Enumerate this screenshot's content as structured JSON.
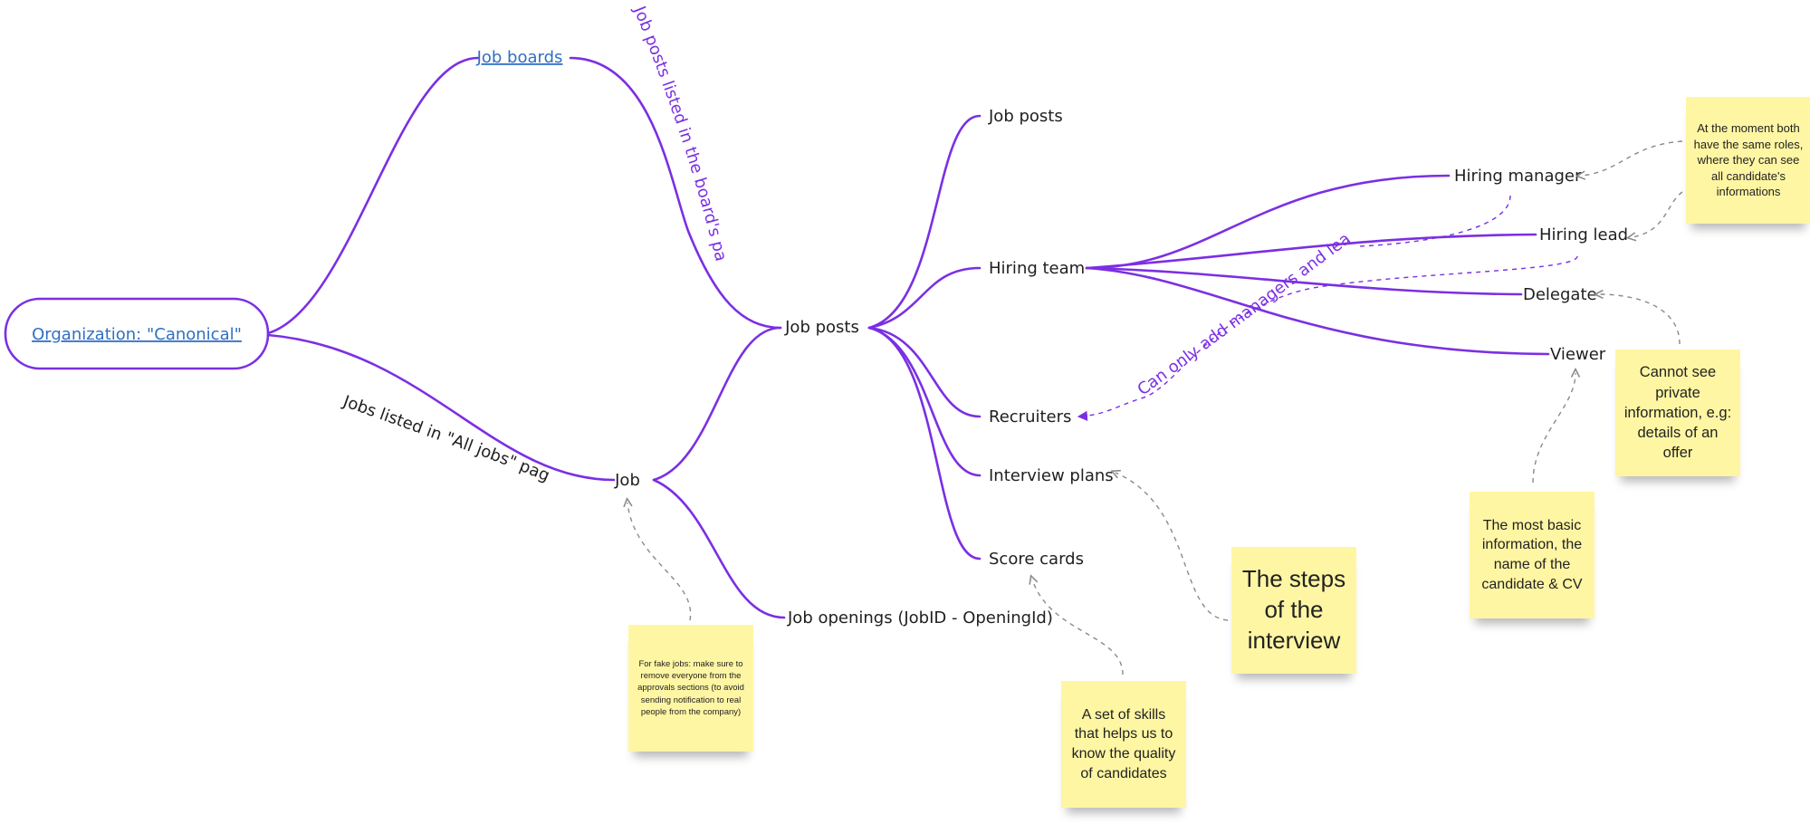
{
  "nodes": {
    "root": "Organization: \"Canonical\"",
    "job_boards": "Job boards",
    "job_posts_center": "Job posts",
    "job": "Job",
    "job_posts_leaf": "Job posts",
    "hiring_team": "Hiring team",
    "recruiters": "Recruiters",
    "interview_plans": "Interview plans",
    "score_cards": "Score cards",
    "job_openings": "Job openings (JobID - OpeningId)",
    "hiring_manager": "Hiring manager",
    "hiring_lead": "Hiring lead",
    "delegate": "Delegate",
    "viewer": "Viewer"
  },
  "edge_labels": {
    "board_posts": "Job posts listed in the board's page",
    "all_jobs": "Jobs listed in \"All jobs\" page",
    "managers_leads": "Can only add managers and leads"
  },
  "notes": {
    "same_roles": "At the moment both have the same roles, where they can see all candidate's informations",
    "cannot_see": "Cannot see private information, e.g: details of an offer",
    "basic_info": "The most basic information, the name of the candidate & CV",
    "interview_steps": "The steps of the interview",
    "skills": "A set of skills that helps us to know the quality of candidates",
    "fake_jobs": "For fake jobs: make sure to remove everyone from the approvals sections (to avoid sending notification to real people from the company)"
  },
  "colors": {
    "branch": "#7b2fe3",
    "link": "#2f6fc4",
    "sticky": "#fff6a3",
    "connector": "#8a8a8a"
  }
}
